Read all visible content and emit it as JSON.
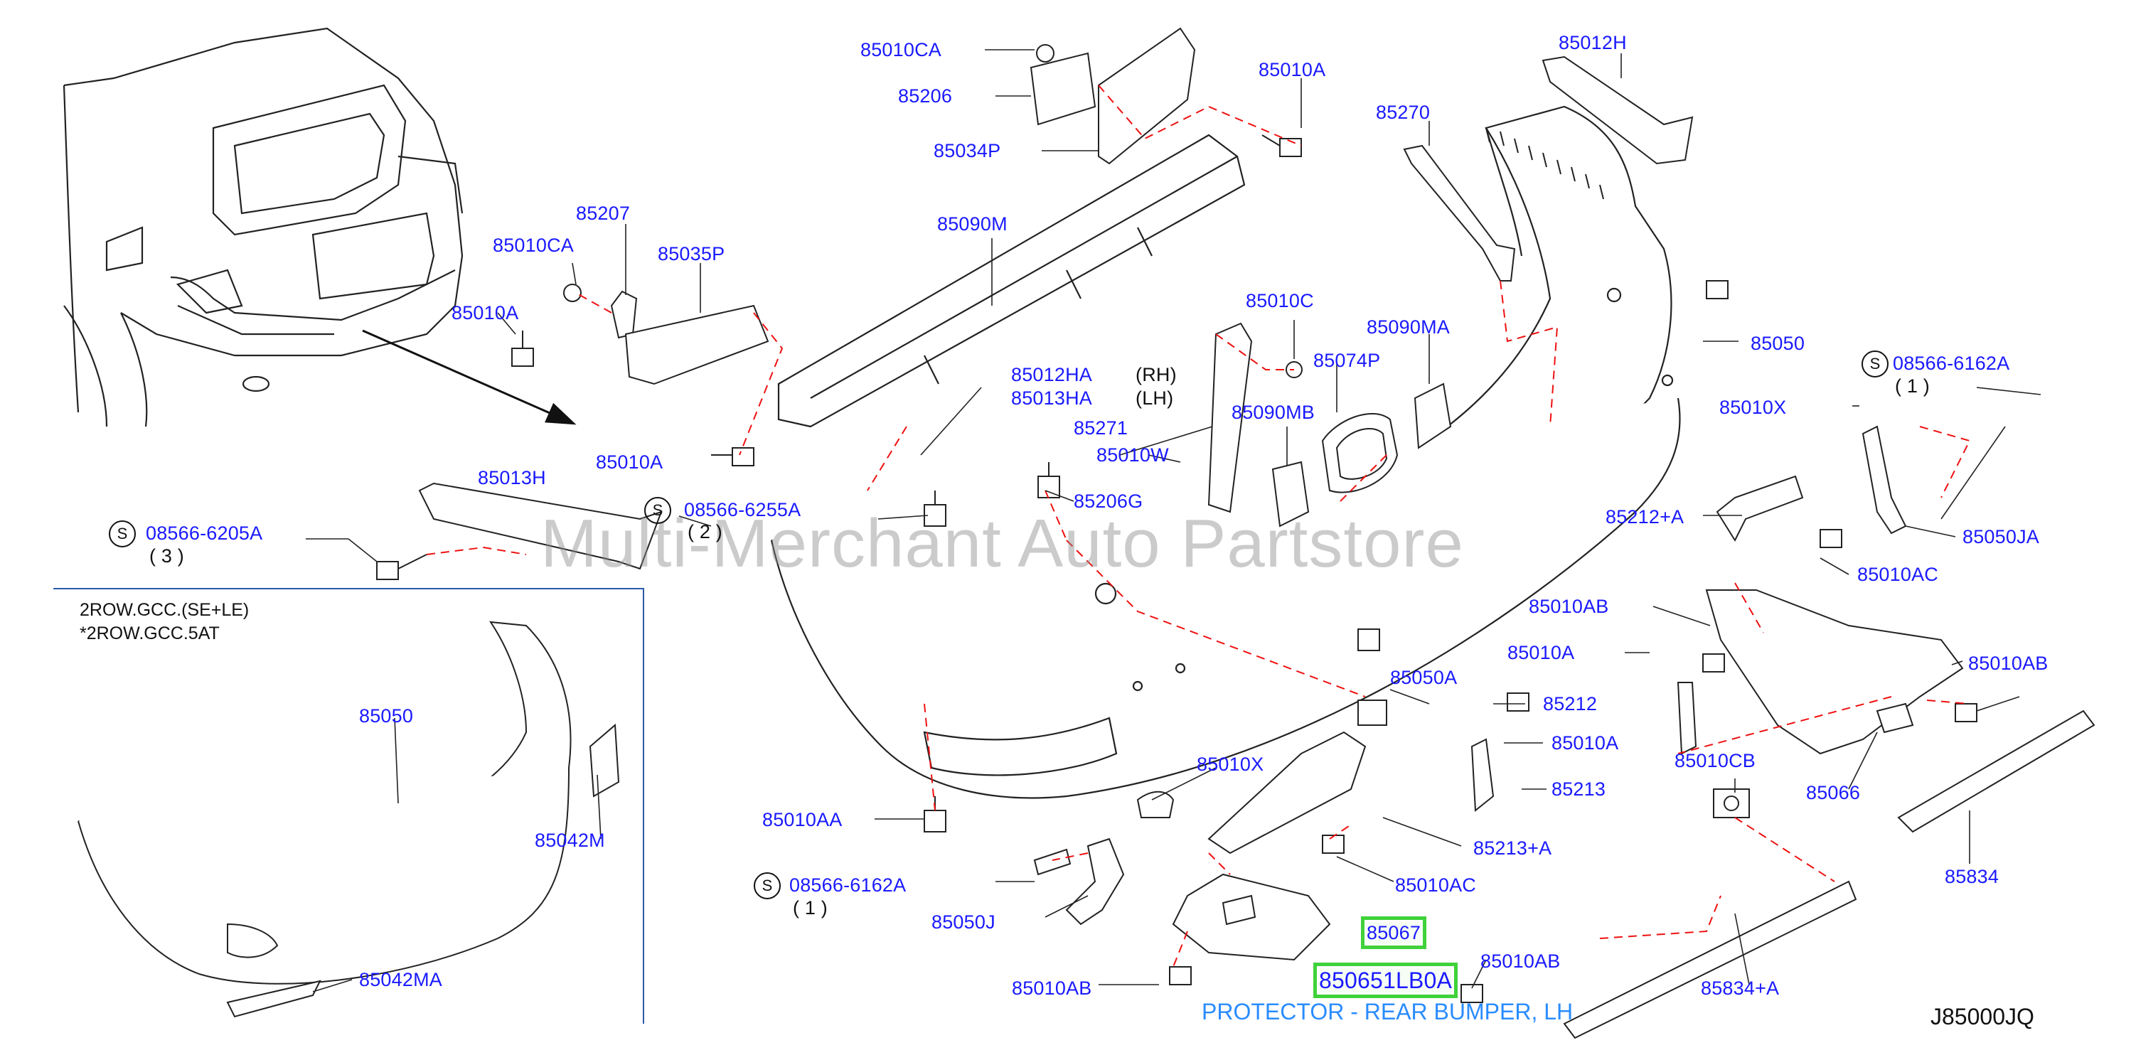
{
  "diagram": {
    "figure_code": "J85000JQ",
    "watermark": "Multi-Merchant Auto Partstore",
    "highlighted_part": "85067",
    "highlighted_number": "850651LB0A",
    "highlighted_description": "PROTECTOR - REAR BUMPER, LH",
    "inset_note_line1": "2ROW.GCC.(SE+LE)",
    "inset_note_line2": "*2ROW.GCC.5AT",
    "rh": "(RH)",
    "lh": "(LH)",
    "s_symbol": "S",
    "callouts": [
      "85010CA",
      "85206",
      "85034P",
      "85010A",
      "85012H",
      "85270",
      "85207",
      "85010CA",
      "85035P",
      "85010A",
      "85090M",
      "85050",
      "85010C",
      "85090MA",
      "85074P",
      "85012HA",
      "85013HA",
      "85090MB",
      "85271",
      "85010W",
      "85206G",
      "85010X",
      "85010A",
      "85013H",
      "08566-6255A",
      "( 2 )",
      "08566-6205A",
      "( 3 )",
      "08566-6162A",
      "( 1 )",
      "85050JA",
      "85212+A",
      "85010AC",
      "85010AB",
      "85010A",
      "85010AB",
      "85050A",
      "85212",
      "85010A",
      "85213",
      "85010CB",
      "85066",
      "85010X",
      "85213+A",
      "85010AA",
      "85834",
      "08566-6162A",
      "( 1 )",
      "85010AC",
      "85050J",
      "85834+A",
      "85010AB",
      "85010AB",
      "85050",
      "85042M",
      "85042MA"
    ]
  }
}
